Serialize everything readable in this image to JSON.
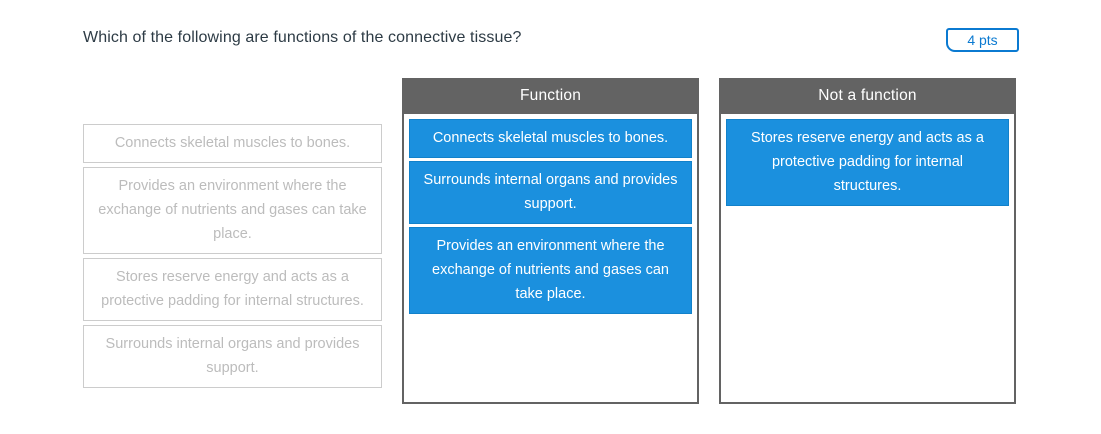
{
  "question": {
    "prompt": "Which of the following are functions of the connective tissue?",
    "points_badge": "4 pts"
  },
  "colors": {
    "accent_blue": "#1b90de",
    "badge_blue": "#0b7ad1",
    "header_grey": "#636363",
    "used_item_text": "#bcbcbc",
    "question_text": "#2d3b45"
  },
  "answer_bank": {
    "items": [
      {
        "text": "Connects skeletal muscles to bones.",
        "state": "used"
      },
      {
        "text": "Provides an environment where the exchange of nutrients and gases can take place.",
        "state": "used"
      },
      {
        "text": "Stores reserve energy and acts as a protective padding for internal structures.",
        "state": "used"
      },
      {
        "text": "Surrounds internal organs and provides support.",
        "state": "used"
      }
    ]
  },
  "categories": [
    {
      "header": "Function",
      "chips": [
        {
          "text": "Connects skeletal muscles to bones."
        },
        {
          "text": "Surrounds internal organs and provides support."
        },
        {
          "text": "Provides an environment where the exchange of nutrients and gases can take place."
        }
      ]
    },
    {
      "header": "Not a function",
      "chips": [
        {
          "text": "Stores reserve energy and acts as a protective padding for internal structures."
        }
      ]
    }
  ]
}
